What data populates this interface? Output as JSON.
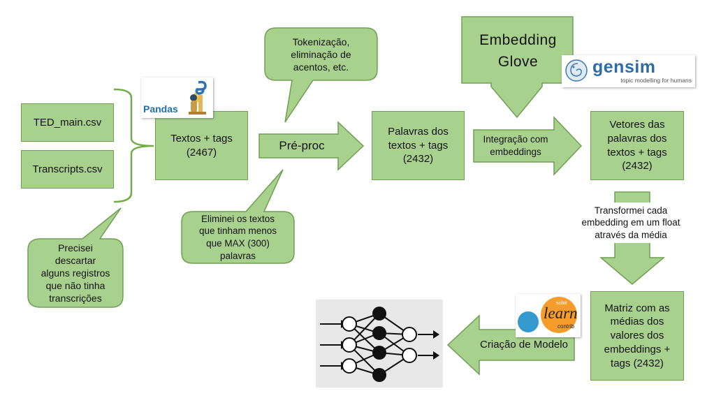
{
  "colors": {
    "box_fill": "#a9d18e",
    "box_border": "#6f9f53",
    "brace": "#70ad47"
  },
  "inputs": {
    "ted_main": "TED_main.csv",
    "transcripts": "Transcripts.csv"
  },
  "notes": {
    "descartar": [
      "Precisei",
      "descartar",
      "alguns registros",
      "que não tinha",
      "transcrições"
    ],
    "tokenizacao": [
      "Tokenização,",
      "eliminação de",
      "acentos, etc."
    ],
    "eliminei": [
      "Eliminei os textos",
      "que tinham menos",
      "que MAX (300)",
      "palavras"
    ],
    "transformei": [
      "Transformei cada",
      "embedding em um float",
      "através da média"
    ]
  },
  "boxes": {
    "textos": [
      "Textos + tags",
      "(2467)"
    ],
    "palavras": [
      "Palavras dos",
      "textos + tags",
      "(2432)"
    ],
    "vetores": [
      "Vetores das",
      "palavras dos",
      "textos + tags",
      "(2432)"
    ],
    "matriz": [
      "Matriz com as",
      "médias dos",
      "valores dos",
      "embeddings +",
      "tags (2432)"
    ]
  },
  "arrows": {
    "preproc": "Pré-proc",
    "integracao": [
      "Integração com",
      "embeddings"
    ],
    "criacao": "Criação de Modelo",
    "embedding_glove": [
      "Embedding",
      "Glove"
    ]
  },
  "logos": {
    "pandas": "Pandas",
    "gensim": {
      "name": "gensim",
      "tagline": "topic modelling for humans"
    },
    "sklearn": {
      "top": "scikit",
      "main": "learn",
      "sub": "contrib"
    }
  },
  "icons": [
    "snake-bear-icon",
    "gensim-spiral-icon",
    "neural-network-icon"
  ]
}
